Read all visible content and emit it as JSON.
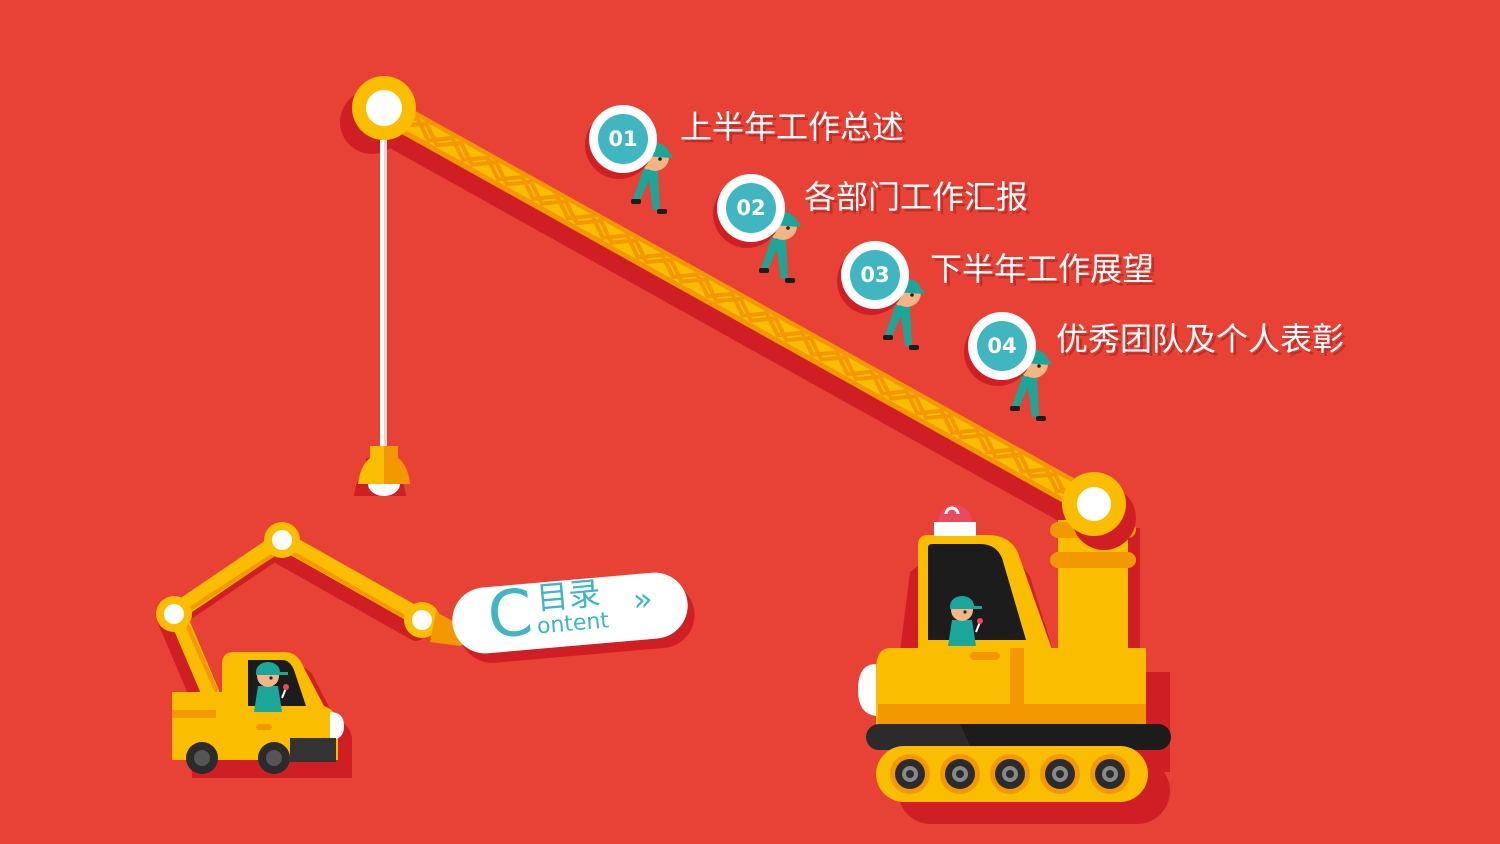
{
  "colors": {
    "background": "#e84236",
    "shadow": "#cf1f24",
    "crane_yellow": "#fbbd00",
    "crane_orange": "#f39800",
    "teal": "#3fb6c0",
    "worker_green": "#1aa79a",
    "skin": "#f3b583",
    "tread_dark": "#2b2b2b",
    "white": "#ffffff"
  },
  "sign": {
    "letter": "C",
    "title": "目录",
    "subtitle": "ontent",
    "arrow": "»"
  },
  "menu": [
    {
      "num": "01",
      "label": "上半年工作总述"
    },
    {
      "num": "02",
      "label": "各部门工作汇报"
    },
    {
      "num": "03",
      "label": "下半年工作展望"
    },
    {
      "num": "04",
      "label": "优秀团队及个人表彰"
    }
  ]
}
